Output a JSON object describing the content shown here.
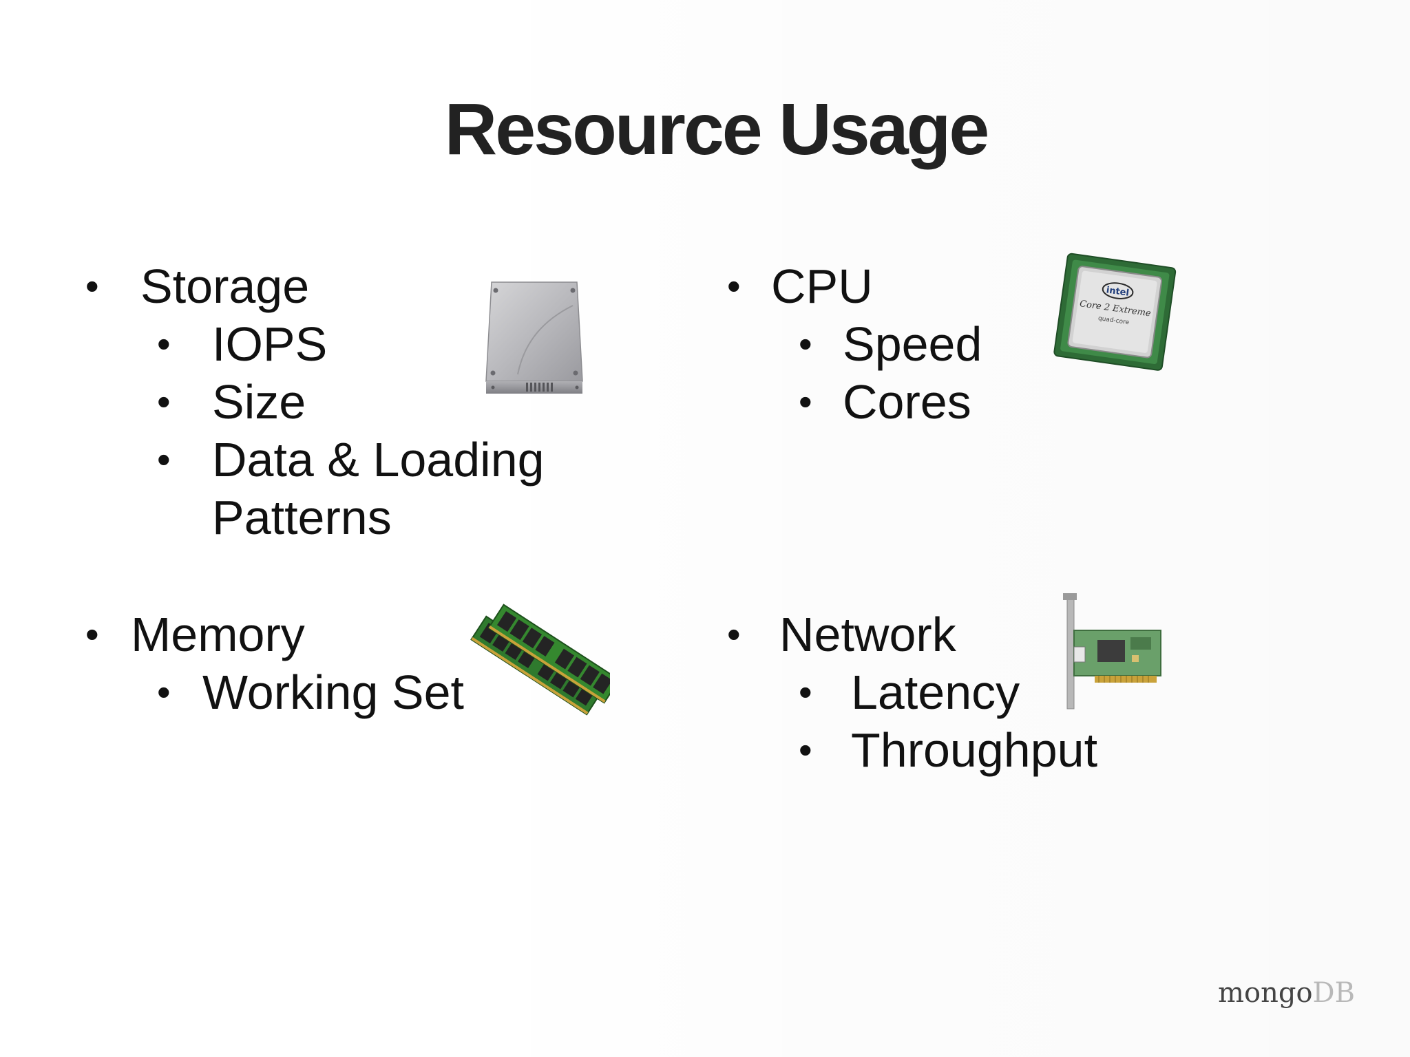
{
  "slide": {
    "title": "Resource Usage",
    "bullet_glyph": "•",
    "sections": {
      "storage": {
        "label": "Storage",
        "items": [
          "IOPS",
          "Size",
          "Data & Loading",
          "Patterns"
        ],
        "icon": "hard-drive-icon"
      },
      "cpu": {
        "label": "CPU",
        "items": [
          "Speed",
          "Cores"
        ],
        "icon": "cpu-chip-icon",
        "chip_text": [
          "intel",
          "Core 2 Extreme",
          "quad-core"
        ]
      },
      "memory": {
        "label": "Memory",
        "items": [
          "Working Set"
        ],
        "icon": "ram-module-icon"
      },
      "network": {
        "label": "Network",
        "items": [
          "Latency",
          "Throughput"
        ],
        "icon": "network-card-icon"
      }
    },
    "logo": {
      "part1": "mongo",
      "part2": "DB"
    }
  }
}
